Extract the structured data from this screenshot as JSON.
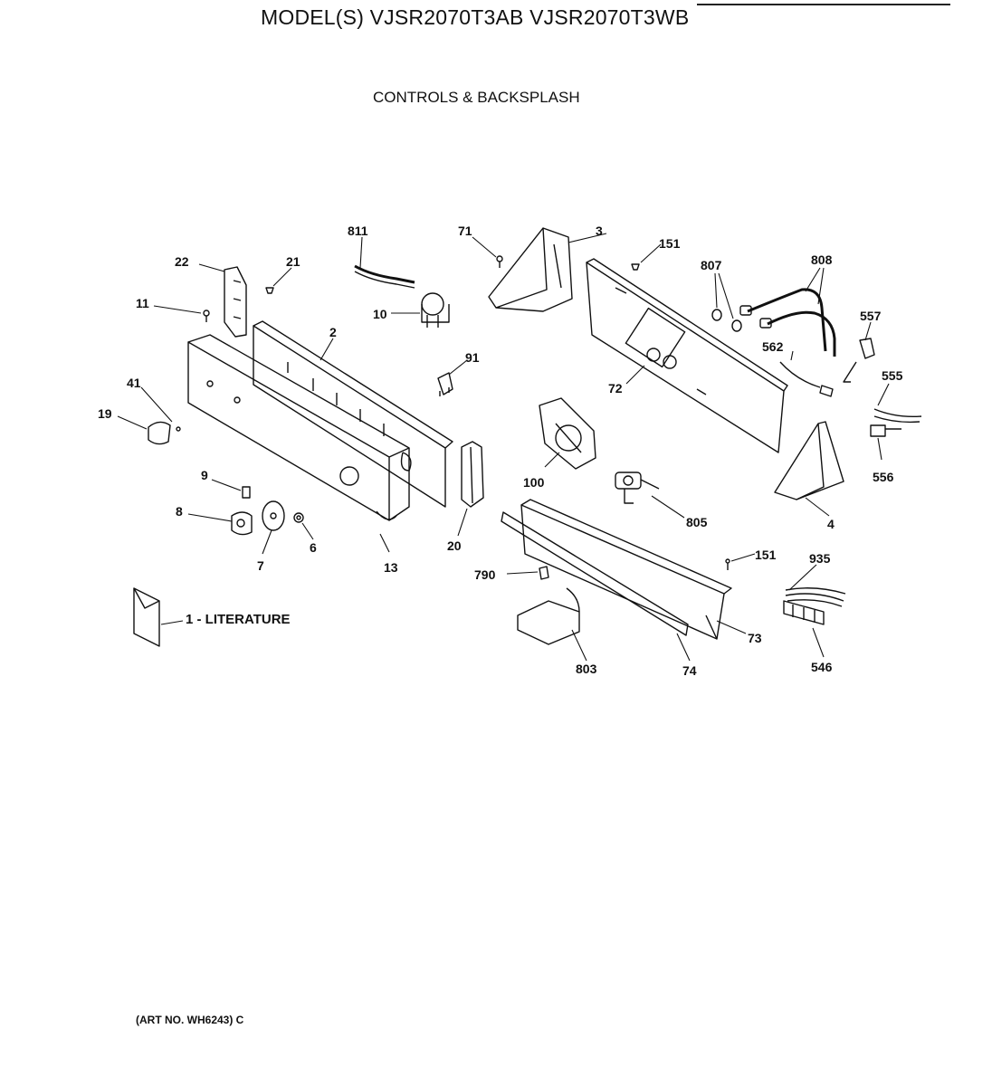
{
  "header": {
    "title": "MODEL(S) VJSR2070T3AB  VJSR2070T3WB",
    "subtitle": "CONTROLS & BACKSPLASH"
  },
  "footer": {
    "art_number": "(ART NO. WH6243) C"
  },
  "literature_label": "1 - LITERATURE",
  "part_callouts": {
    "p811": "811",
    "p71": "71",
    "p3": "3",
    "p151a": "151",
    "p807": "807",
    "p808": "808",
    "p22": "22",
    "p21": "21",
    "p11": "11",
    "p10": "10",
    "p2": "2",
    "p91": "91",
    "p72": "72",
    "p562": "562",
    "p557": "557",
    "p555": "555",
    "p41": "41",
    "p19": "19",
    "p100": "100",
    "p556": "556",
    "p9": "9",
    "p805": "805",
    "p4": "4",
    "p8": "8",
    "p6": "6",
    "p7": "7",
    "p13": "13",
    "p20": "20",
    "p151b": "151",
    "p935": "935",
    "p790": "790",
    "p73": "73",
    "p803": "803",
    "p74": "74",
    "p546": "546"
  }
}
